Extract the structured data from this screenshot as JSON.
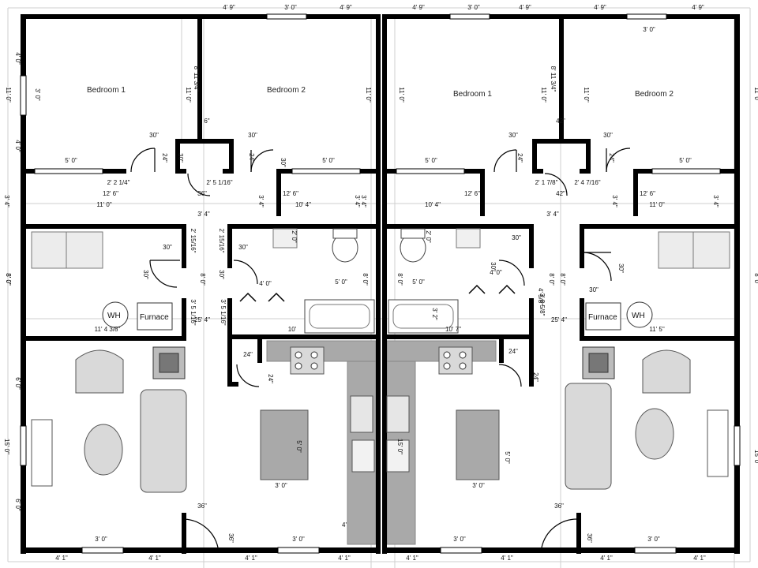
{
  "plan": {
    "units": [
      {
        "side": "left",
        "rooms": [
          "Bedroom 1",
          "Bedroom 2"
        ],
        "fixtures": {
          "wh": "WH",
          "furnace": "Furnace"
        }
      },
      {
        "side": "right",
        "rooms": [
          "Bedroom 1",
          "Bedroom 2"
        ],
        "fixtures": {
          "wh": "WH",
          "furnace": "Furnace"
        }
      }
    ],
    "dimensions": [
      "4' 9\"",
      "3' 0\"",
      "4' 9\"",
      "4' 9\"",
      "3' 0\"",
      "4' 9\"",
      "4' 9\"",
      "4' 9\"",
      "3' 0\"",
      "4' 0\"",
      "3' 0\"",
      "4' 0\"",
      "11' 0\"",
      "11' 0\"",
      "8' 11 3/4\"",
      "11' 0\"",
      "11' 0\"",
      "8' 11 3/4\"",
      "11' 0\"",
      "11' 0\"",
      "11' 0\"",
      "30\"",
      "30\"",
      "30\"",
      "30\"",
      "24\"",
      "24\"",
      "24\"",
      "24\"",
      "30\"",
      "30\"",
      "6\"",
      "42\"",
      "5' 0\"",
      "5' 0\"",
      "5' 0\"",
      "5' 0\"",
      "2' 2 1/4\"",
      "2' 5 1/16\"",
      "2' 1 7/8\"",
      "2' 4 7/16\"",
      "36\"",
      "42\"",
      "12' 6\"",
      "12' 6\"",
      "12' 6\"",
      "12' 6\"",
      "11' 0\"",
      "10' 4\"",
      "10' 4\"",
      "11' 0\"",
      "3' 4\"",
      "3' 4\"",
      "3' 4\"",
      "3' 4\"",
      "3' 4\"",
      "3' 4\"",
      "3' 4\"",
      "3' 4\"",
      "8' 0\"",
      "8' 0\"",
      "8' 0\"",
      "8' 0\"",
      "8' 0\"",
      "8' 0\"",
      "8' 0\"",
      "8' 0\"",
      "2' 15/16\"",
      "2' 15/16\"",
      "2' 0\"",
      "2' 0\"",
      "30\"",
      "30\"",
      "30\"",
      "30\"",
      "30\"",
      "30\"",
      "30\"",
      "30\"",
      "4' 0\"",
      "4' 0\"",
      "5' 0\"",
      "5' 0\"",
      "3' 5 1/16\"",
      "3' 5 1/16\"",
      "3' 8 5/8\"",
      "4' 5/8\"",
      "25' 4\"",
      "25' 4\"",
      "11' 4 3/8\"",
      "11' 5\"",
      "10'",
      "10' 7\"",
      "3' 2\"",
      "24\"",
      "24\"",
      "24\"",
      "24\"",
      "6' 0\"",
      "15' 0\"",
      "6' 0\"",
      "15' 0\"",
      "15' 0\"",
      "5' 0\"",
      "5' 0\"",
      "3' 0\"",
      "3' 0\"",
      "36\"",
      "36\"",
      "36\"",
      "36\"",
      "4'",
      "4' 1\"",
      "3' 0\"",
      "4' 1\"",
      "4' 1\"",
      "3' 0\"",
      "4' 1\"",
      "4' 1\"",
      "3' 0\"",
      "4' 1\"",
      "4' 1\"",
      "3' 0\"",
      "4' 1\""
    ]
  },
  "colors": {
    "wall": "#000000",
    "guide": "#c8c8c8",
    "window": "#ffffff",
    "counter": "#a9a9a9",
    "furniture": "#d9d9d9",
    "fixture": "#ededed"
  }
}
